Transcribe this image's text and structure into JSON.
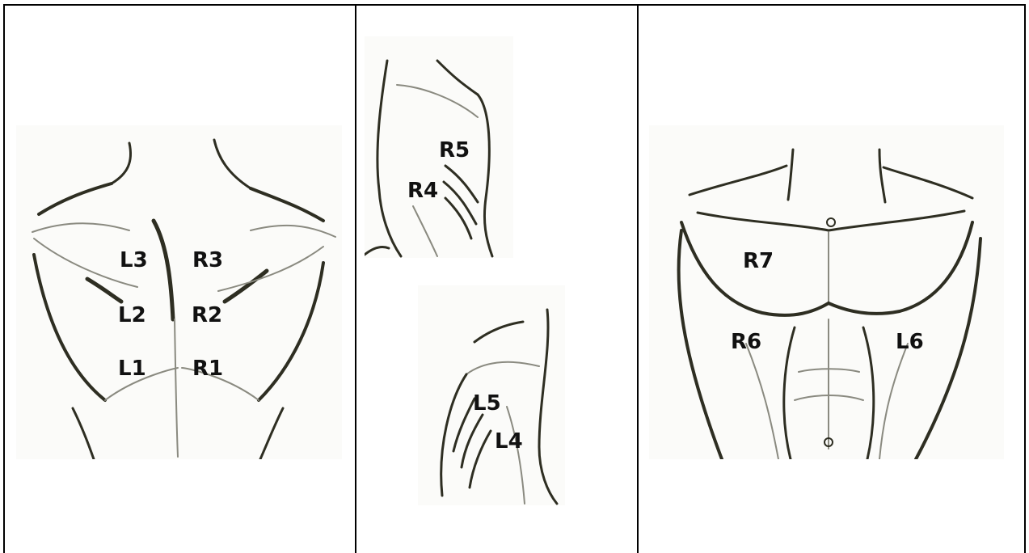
{
  "panels": {
    "back": {
      "labels": {
        "L3": "L3",
        "R3": "R3",
        "L2": "L2",
        "R2": "R2",
        "L1": "L1",
        "R1": "R1"
      }
    },
    "side_right": {
      "labels": {
        "R5": "R5",
        "R4": "R4"
      }
    },
    "side_left": {
      "labels": {
        "L5": "L5",
        "L4": "L4"
      }
    },
    "front": {
      "labels": {
        "R7": "R7",
        "R6": "R6",
        "L6": "L6"
      }
    }
  }
}
